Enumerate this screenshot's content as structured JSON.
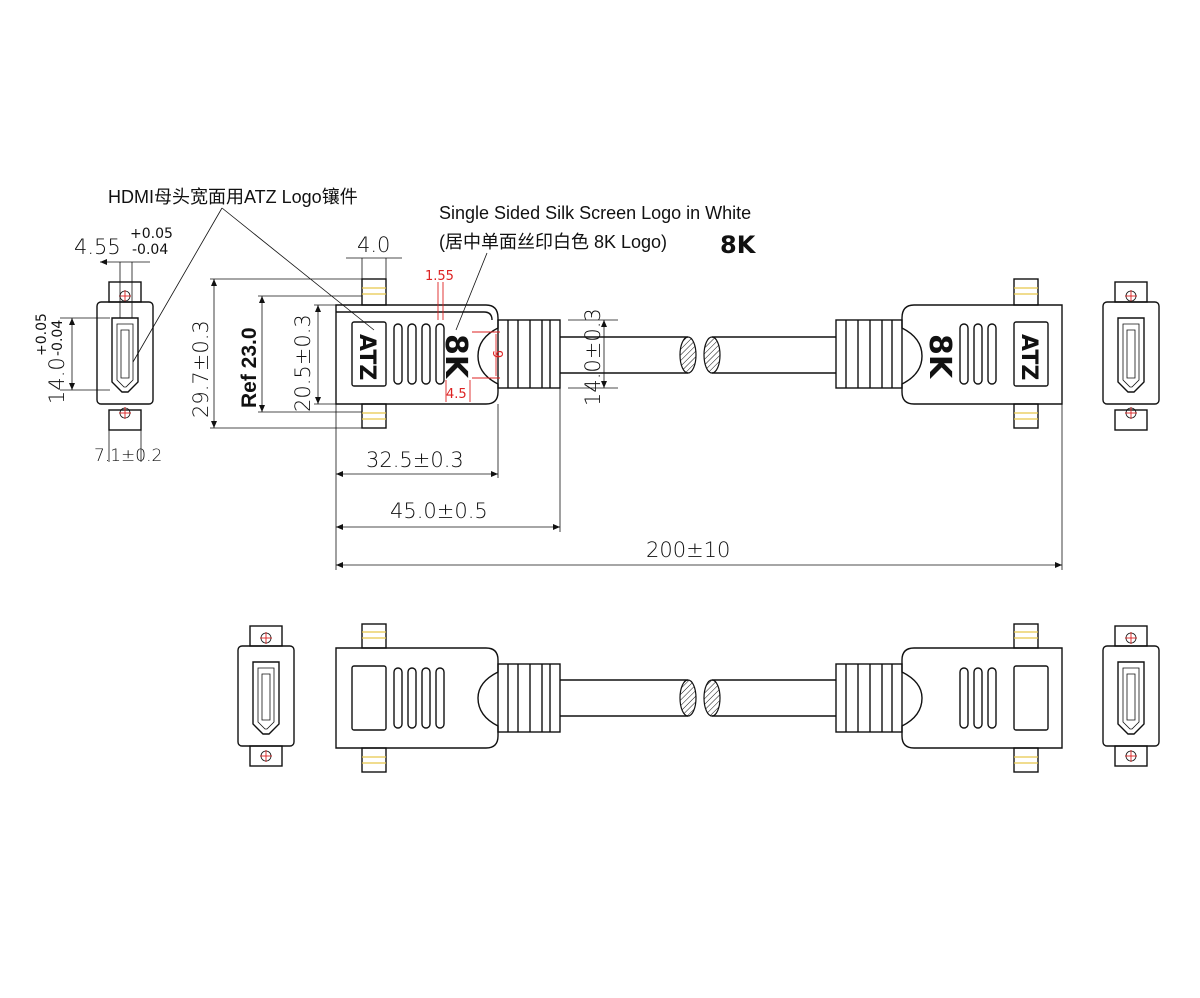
{
  "notes": {
    "logo_insert": "HDMI母头宽面用ATZ Logo镶件",
    "silk_line1": "Single Sided Silk Screen Logo in White",
    "silk_line2": "(居中单面丝印白色 8K Logo)",
    "silk_logo": "8K"
  },
  "dimensions": {
    "w_455": "4.55",
    "w_455_plus": "+0.05",
    "w_455_minus": "-0.04",
    "h_140_left": "14.0",
    "h_140_plus": "+0.05",
    "h_140_minus": "-0.04",
    "thickness": "7.1±0.2",
    "w_40": "4.0",
    "w_155": "1.55",
    "h_297": "29.7±0.3",
    "h_ref230": "Ref 23.0",
    "h_205": "20.5±0.3",
    "h_9": "9",
    "w_45": "4.5",
    "h_140_cable": "14.0±0.3",
    "len_325": "32.5±0.3",
    "len_450": "45.0±0.5",
    "len_total": "200±10"
  },
  "colors": {
    "line": "#111111",
    "red_dim": "#dd2222",
    "yellow_mark": "#e7c64a"
  },
  "icons": [
    "hdmi-port-icon",
    "atz-logo-icon",
    "8k-logo-icon",
    "mount-hole-icon"
  ]
}
